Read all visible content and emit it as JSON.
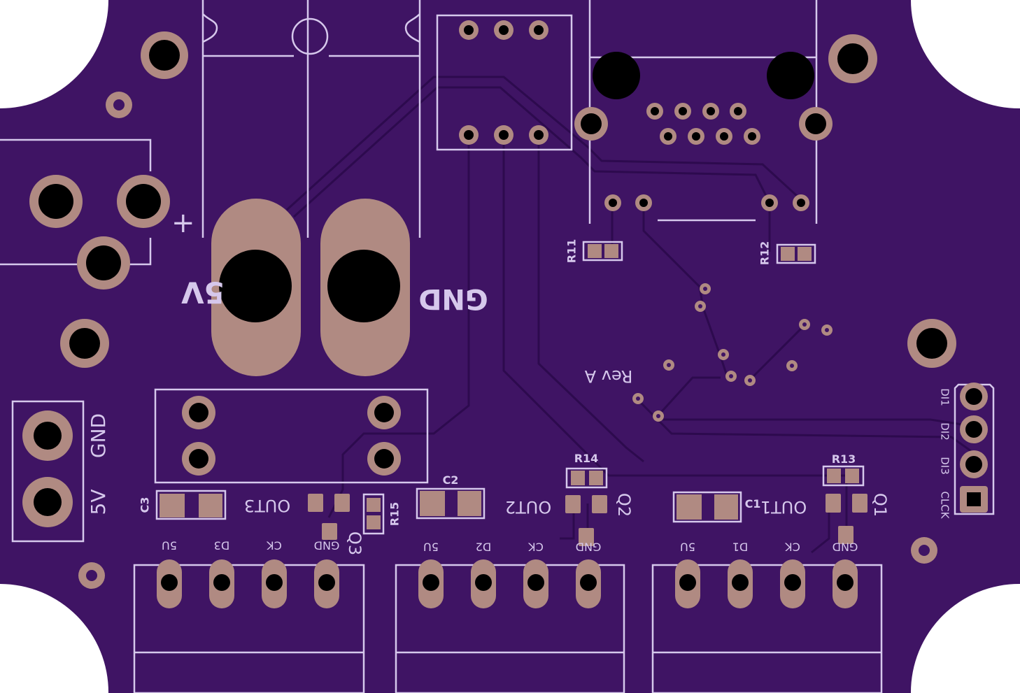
{
  "colors": {
    "board": "#3f1464",
    "copper_trace": "#4a1a72",
    "trace_outline": "#2d0a4e",
    "pad": "#b08a82",
    "hole": "#000000",
    "silkscreen": "#d6c8ec"
  },
  "labels": {
    "power_5v": "5V",
    "power_gnd": "GND",
    "term_gnd": "GND",
    "term_5v": "5V",
    "rev": "Rev A",
    "di1": "DI1",
    "di2": "DI2",
    "di3": "DI3",
    "clck": "CLCK",
    "plus": "+"
  },
  "components": {
    "r11": "R11",
    "r12": "R12",
    "r13": "R13",
    "r14": "R14",
    "r15": "R15",
    "c1": "C1",
    "c2": "C2",
    "c3": "C3",
    "q1": "Q1",
    "q2": "Q2",
    "q3": "Q3",
    "out1": "OUT1",
    "out2": "OUT2",
    "out3": "OUT3"
  },
  "connectors": [
    {
      "pins": [
        "5U",
        "D3",
        "CK",
        "GND"
      ]
    },
    {
      "pins": [
        "5U",
        "D2",
        "CK",
        "GND"
      ]
    },
    {
      "pins": [
        "5U",
        "D1",
        "CK",
        "GND"
      ]
    }
  ]
}
